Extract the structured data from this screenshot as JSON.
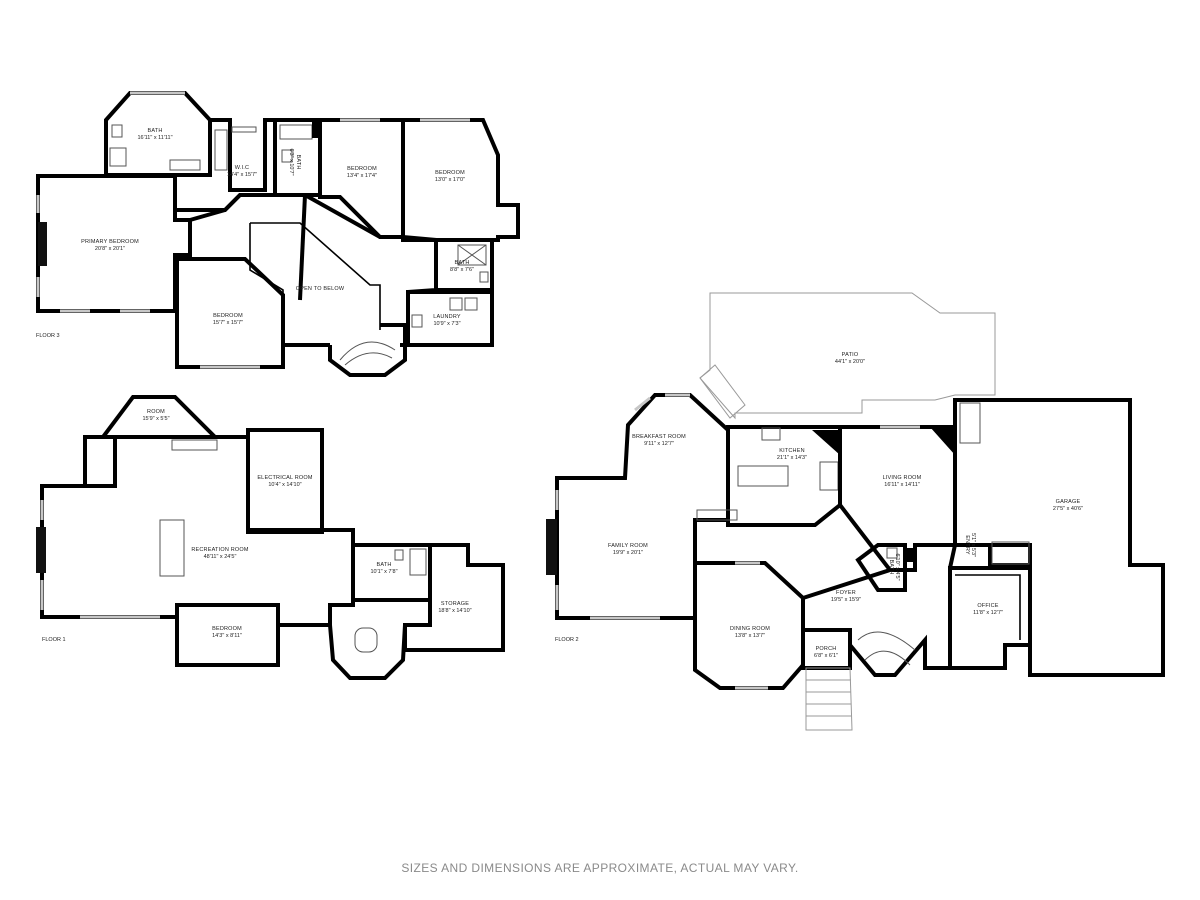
{
  "floors": [
    {
      "label": "FLOOR 3",
      "rooms": [
        {
          "name": "BATH",
          "dims": "16'11\" x 11'11\""
        },
        {
          "name": "W.I.C",
          "dims": "14'4\" x 15'7\""
        },
        {
          "name": "BATH",
          "dims": "6'3\" x 10'7\""
        },
        {
          "name": "BEDROOM",
          "dims": "13'4\" x 17'4\""
        },
        {
          "name": "BEDROOM",
          "dims": "13'0\" x 17'0\""
        },
        {
          "name": "PRIMARY BEDROOM",
          "dims": "20'8\" x 20'1\""
        },
        {
          "name": "BATH",
          "dims": "8'8\" x 7'6\""
        },
        {
          "name": "OPEN TO BELOW",
          "dims": ""
        },
        {
          "name": "LAUNDRY",
          "dims": "10'9\" x 7'3\""
        },
        {
          "name": "BEDROOM",
          "dims": "15'7\" x 15'7\""
        }
      ]
    },
    {
      "label": "FLOOR 1",
      "rooms": [
        {
          "name": "ROOM",
          "dims": "15'9\" x 5'5\""
        },
        {
          "name": "ELECTRICAL ROOM",
          "dims": "10'4\" x 14'10\""
        },
        {
          "name": "RECREATION ROOM",
          "dims": "48'11\" x 24'5\""
        },
        {
          "name": "BATH",
          "dims": "10'1\" x 7'8\""
        },
        {
          "name": "STORAGE",
          "dims": "18'8\" x 14'10\""
        },
        {
          "name": "BEDROOM",
          "dims": "14'3\" x 8'11\""
        }
      ]
    },
    {
      "label": "FLOOR 2",
      "rooms": [
        {
          "name": "PATIO",
          "dims": "44'1\" x 20'0\""
        },
        {
          "name": "BREAKFAST ROOM",
          "dims": "9'11\" x 12'7\""
        },
        {
          "name": "KITCHEN",
          "dims": "21'1\" x 14'3\""
        },
        {
          "name": "LIVING ROOM",
          "dims": "16'11\" x 14'11\""
        },
        {
          "name": "GARAGE",
          "dims": "27'5\" x 40'6\""
        },
        {
          "name": "FAMILY ROOM",
          "dims": "19'9\" x 20'1\""
        },
        {
          "name": "ENTRY",
          "dims": "5'1\" x 5'3\""
        },
        {
          "name": "BATH",
          "dims": "6'10\" x 4'5\""
        },
        {
          "name": "FOYER",
          "dims": "19'5\" x 15'9\""
        },
        {
          "name": "OFFICE",
          "dims": "11'8\" x 12'7\""
        },
        {
          "name": "DINING ROOM",
          "dims": "13'8\" x 13'7\""
        },
        {
          "name": "PORCH",
          "dims": "6'8\" x 6'1\""
        }
      ]
    }
  ],
  "disclaimer": "SIZES AND DIMENSIONS ARE APPROXIMATE, ACTUAL MAY VARY."
}
